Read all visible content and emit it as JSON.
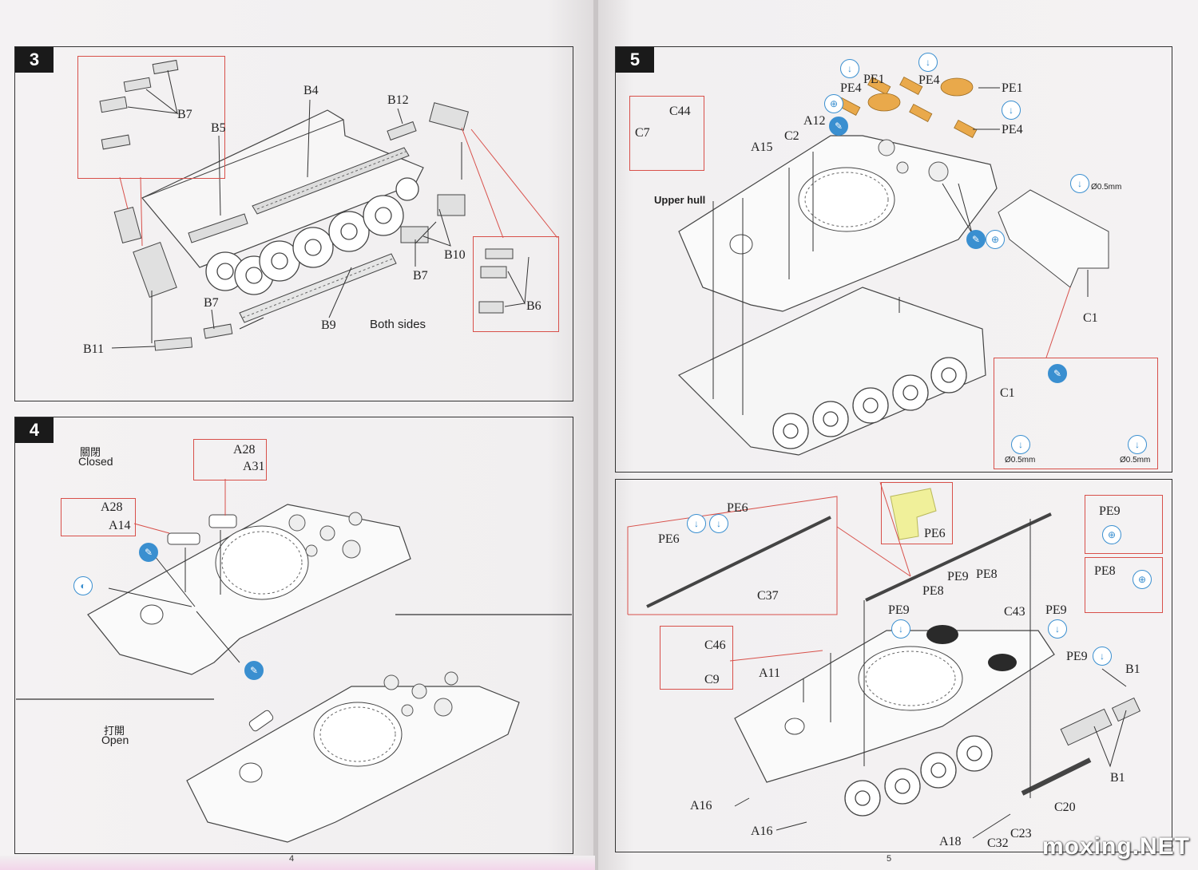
{
  "pages": {
    "left_number": "4",
    "right_number": "5"
  },
  "watermark": "moxing.NET",
  "step3": {
    "number": "3",
    "labels": {
      "b4": "B4",
      "b5": "B5",
      "b7a": "B7",
      "b7b": "B7",
      "b7c": "B7",
      "b12": "B12",
      "b10": "B10",
      "b9": "B9",
      "b11": "B11",
      "b6": "B6"
    },
    "note": "Both sides"
  },
  "step4": {
    "number": "4",
    "closed_cn": "關閉",
    "closed_en": "Closed",
    "open_cn": "打開",
    "open_en": "Open",
    "labels": {
      "a28a": "A28",
      "a31": "A31",
      "a28b": "A28",
      "a14": "A14"
    }
  },
  "step5": {
    "number": "5",
    "upper_hull": "Upper hull",
    "labels": {
      "c44": "C44",
      "c7": "C7",
      "a15": "A15",
      "c2": "C2",
      "a12": "A12",
      "pe4a": "PE4",
      "pe1a": "PE1",
      "pe4b": "PE4",
      "pe1b": "PE1",
      "pe4c": "PE4",
      "c1a": "C1",
      "c1b": "C1",
      "d1": "Ø0.5mm",
      "d2": "Ø0.5mm",
      "d3": "Ø0.5mm"
    }
  },
  "step6": {
    "labels": {
      "pe6a": "PE6",
      "pe6b": "PE6",
      "pe6c": "PE6",
      "c37": "C37",
      "pe9a": "PE9",
      "pe8a": "PE8",
      "pe9b": "PE9",
      "pe8b": "PE8",
      "pe8c": "PE8",
      "c43": "C43",
      "pe9c": "PE9",
      "pe9d": "PE9",
      "pe9e": "PE9",
      "c46": "C46",
      "c9": "C9",
      "a11": "A11",
      "b1a": "B1",
      "b1b": "B1",
      "a16a": "A16",
      "a16b": "A16",
      "a18": "A18",
      "c32": "C32",
      "c23": "C23",
      "c20": "C20"
    }
  },
  "colors": {
    "panel_border": "#333333",
    "callout_red": "#d8504a",
    "icon_blue": "#3a8fd0",
    "pe_gold": "#e9a94b",
    "pe6_yellow": "#f0f09a"
  }
}
